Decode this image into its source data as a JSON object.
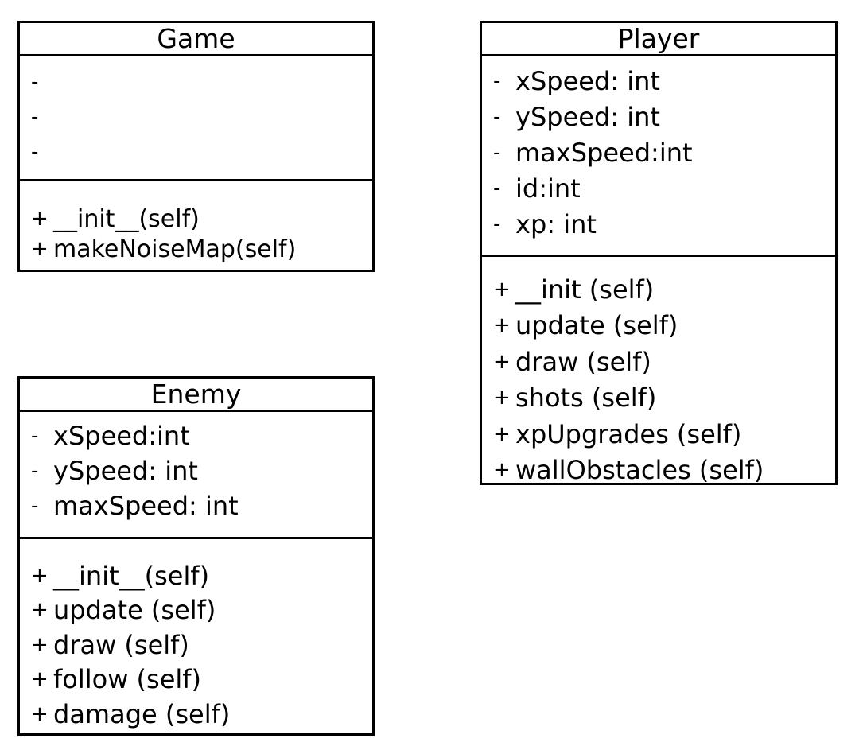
{
  "classes": {
    "game": {
      "name": "Game",
      "attributes": [
        {
          "vis": "-",
          "text": ""
        },
        {
          "vis": "-",
          "text": ""
        },
        {
          "vis": "-",
          "text": ""
        }
      ],
      "methods": [
        {
          "vis": "+",
          "text": "__init__(self)"
        },
        {
          "vis": "+",
          "text": "makeNoiseMap(self)"
        }
      ]
    },
    "player": {
      "name": "Player",
      "attributes": [
        {
          "vis": "-",
          "text": "xSpeed: int"
        },
        {
          "vis": "-",
          "text": "ySpeed: int"
        },
        {
          "vis": "-",
          "text": "maxSpeed:int"
        },
        {
          "vis": "-",
          "text": "id:int"
        },
        {
          "vis": "-",
          "text": "xp: int"
        }
      ],
      "methods": [
        {
          "vis": "+",
          "text": "__init (self)"
        },
        {
          "vis": "+",
          "text": "update (self)"
        },
        {
          "vis": "+",
          "text": "draw (self)"
        },
        {
          "vis": "+",
          "text": "shots (self)"
        },
        {
          "vis": "+",
          "text": "xpUpgrades (self)"
        },
        {
          "vis": "+",
          "text": "wallObstacles (self)"
        }
      ]
    },
    "enemy": {
      "name": "Enemy",
      "attributes": [
        {
          "vis": "-",
          "text": "xSpeed:int"
        },
        {
          "vis": "-",
          "text": "ySpeed: int"
        },
        {
          "vis": "-",
          "text": "maxSpeed: int"
        }
      ],
      "methods": [
        {
          "vis": "+",
          "text": "__init__(self)"
        },
        {
          "vis": "+",
          "text": "update (self)"
        },
        {
          "vis": "+",
          "text": "draw (self)"
        },
        {
          "vis": "+",
          "text": "follow (self)"
        },
        {
          "vis": "+",
          "text": "damage (self)"
        }
      ]
    }
  }
}
